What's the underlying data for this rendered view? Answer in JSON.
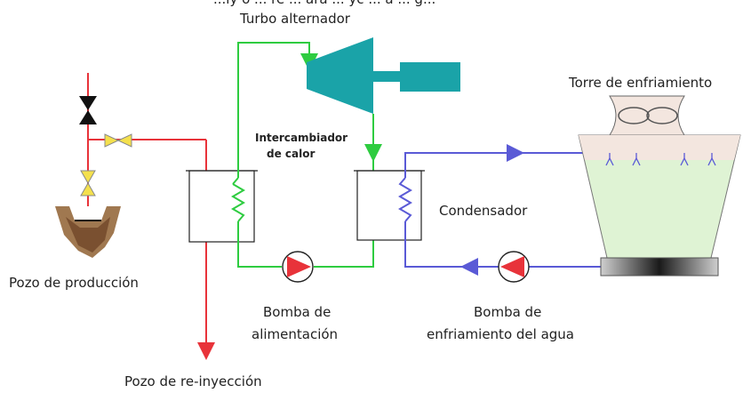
{
  "labels": {
    "header_partial": "...ly o ... re ... ara ... yc ... a ... g...",
    "turbine": "Turbo alternador",
    "cooling_tower": "Torre de enfriamiento",
    "heat_exchanger_line1": "Intercambiador",
    "heat_exchanger_line2": "de calor",
    "condenser": "Condensador",
    "production_well": "Pozo de producción",
    "feed_pump_line1": "Bomba de",
    "feed_pump_line2": "alimentación",
    "cooling_pump_line1": "Bomba de",
    "cooling_pump_line2": "enfriamiento del agua",
    "reinjection_well": "Pozo de re-inyección"
  },
  "colors": {
    "geothermal_fluid": "#e8333a",
    "working_fluid": "#2ecc40",
    "cooling_water": "#5a5ad6",
    "turbine": "#1aa3a8",
    "valve_black": "#111111",
    "valve_yellow": "#f4e04d",
    "tower_fill": "#dff3d4",
    "tower_top_fill": "#f3e6df"
  }
}
